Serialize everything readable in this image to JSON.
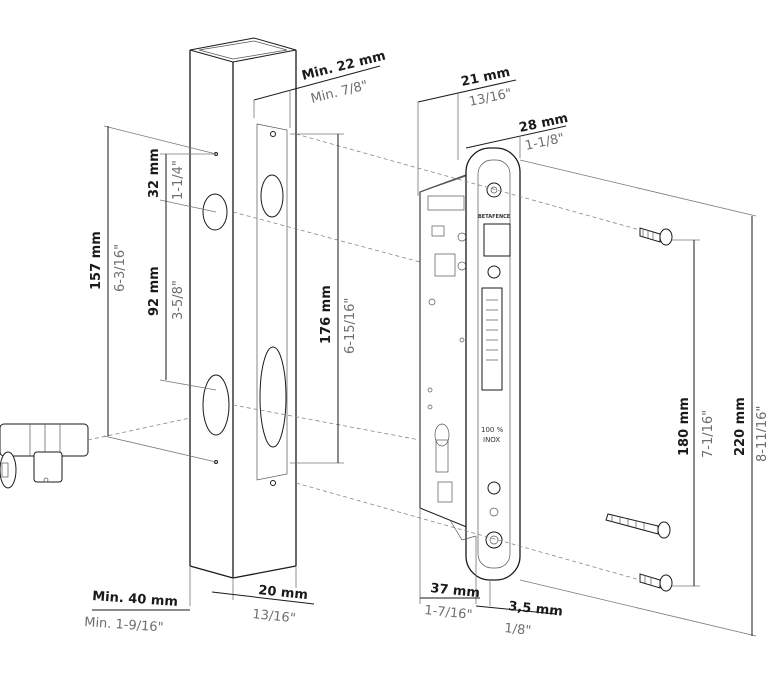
{
  "diagram": {
    "dimensions": {
      "min22": {
        "metric": "Min. 22 mm",
        "imperial": "Min. 7/8\""
      },
      "d21": {
        "metric": "21 mm",
        "imperial": "13/16\""
      },
      "d28": {
        "metric": "28 mm",
        "imperial": "1-1/8\""
      },
      "d32": {
        "metric": "32 mm",
        "imperial": "1-1/4\""
      },
      "d92": {
        "metric": "92 mm",
        "imperial": "3-5/8\""
      },
      "d157": {
        "metric": "157 mm",
        "imperial": "6-3/16\""
      },
      "d176": {
        "metric": "176 mm",
        "imperial": "6-15/16\""
      },
      "d180": {
        "metric": "180 mm",
        "imperial": "7-1/16\""
      },
      "d220": {
        "metric": "220 mm",
        "imperial": "8-11/16\""
      },
      "min40": {
        "metric": "Min. 40 mm",
        "imperial": "Min. 1-9/16\""
      },
      "d20": {
        "metric": "20 mm",
        "imperial": "13/16\""
      },
      "d37": {
        "metric": "37 mm",
        "imperial": "1-7/16\""
      },
      "d35": {
        "metric": "3,5 mm",
        "imperial": "1/8\""
      }
    },
    "faceplate": {
      "brand": "BETAFENCE",
      "material_line1": "100 %",
      "material_line2": "INOX"
    },
    "icons": [
      "lock-cylinder-icon",
      "screw-icon",
      "gate-post-icon",
      "mortise-lock-icon"
    ]
  }
}
